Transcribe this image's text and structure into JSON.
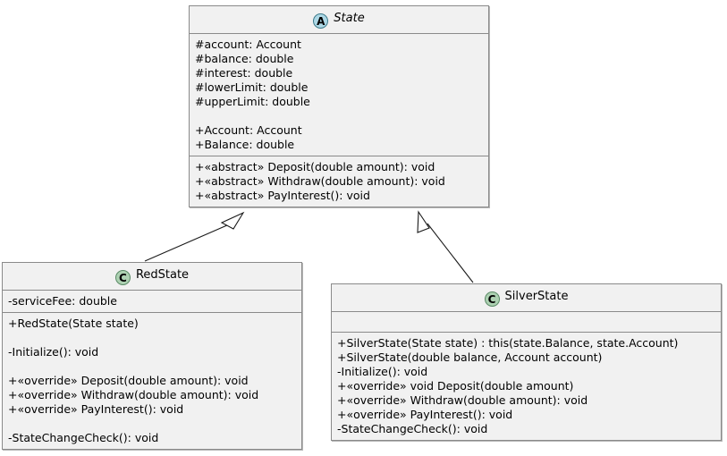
{
  "diagram": {
    "type": "uml-class-diagram",
    "background_color": "#ffffff",
    "classes": [
      {
        "id": "state",
        "name": "State",
        "stereotype": "abstract",
        "icon": "abstract-class-icon",
        "icon_letter": "A",
        "icon_color": "#ADD8E6",
        "attributes": [
          "#account: Account",
          "#balance: double",
          "#interest: double",
          "#lowerLimit: double",
          "#upperLimit: double",
          "",
          "+Account: Account",
          "+Balance: double"
        ],
        "methods": [
          "+«abstract» Deposit(double amount): void",
          "+«abstract» Withdraw(double amount): void",
          "+«abstract» PayInterest(): void"
        ]
      },
      {
        "id": "redstate",
        "name": "RedState",
        "stereotype": "class",
        "icon": "class-icon",
        "icon_letter": "C",
        "icon_color": "#ADD1B2",
        "attributes": [
          "-serviceFee: double"
        ],
        "methods": [
          "+RedState(State state)",
          "",
          "-Initialize(): void",
          "",
          "+«override» Deposit(double amount): void",
          "+«override» Withdraw(double amount): void",
          "+«override» PayInterest(): void",
          "",
          "-StateChangeCheck(): void"
        ]
      },
      {
        "id": "silverstate",
        "name": "SilverState",
        "stereotype": "class",
        "icon": "class-icon",
        "icon_letter": "C",
        "icon_color": "#ADD1B2",
        "attributes": [],
        "methods": [
          "+SilverState(State state) : this(state.Balance, state.Account)",
          "+SilverState(double balance, Account account)",
          "-Initialize(): void",
          "+«override» void Deposit(double amount)",
          "+«override» Withdraw(double amount): void",
          "+«override» PayInterest(): void",
          "-StateChangeCheck(): void"
        ]
      }
    ],
    "relationships": [
      {
        "id": "redstate-extends-state",
        "type": "generalization",
        "from": "RedState",
        "to": "State",
        "arrowhead": "hollow-triangle"
      },
      {
        "id": "silverstate-extends-state",
        "type": "generalization",
        "from": "SilverState",
        "to": "State",
        "arrowhead": "hollow-triangle"
      }
    ]
  }
}
